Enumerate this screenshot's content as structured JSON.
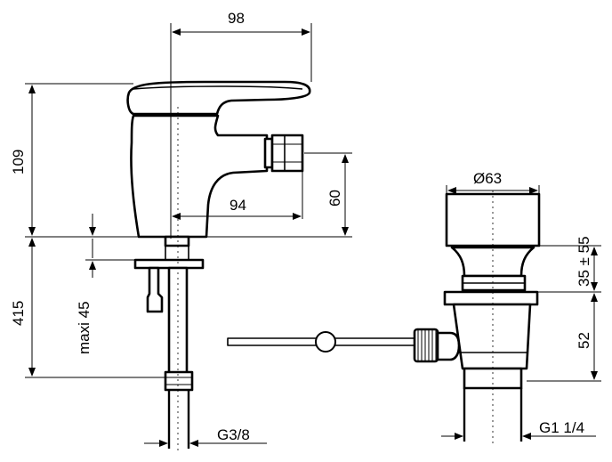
{
  "dimensions": {
    "width_top": "98",
    "spout_reach": "94",
    "height_total": "109",
    "outlet_height": "60",
    "supply_length": "415",
    "deck_thickness": "maxi 45",
    "supply_thread": "G3/8",
    "waste_diameter": "Ø63",
    "waste_upper": "35 ± 55",
    "waste_lower": "52",
    "waste_thread": "G1 1/4"
  }
}
